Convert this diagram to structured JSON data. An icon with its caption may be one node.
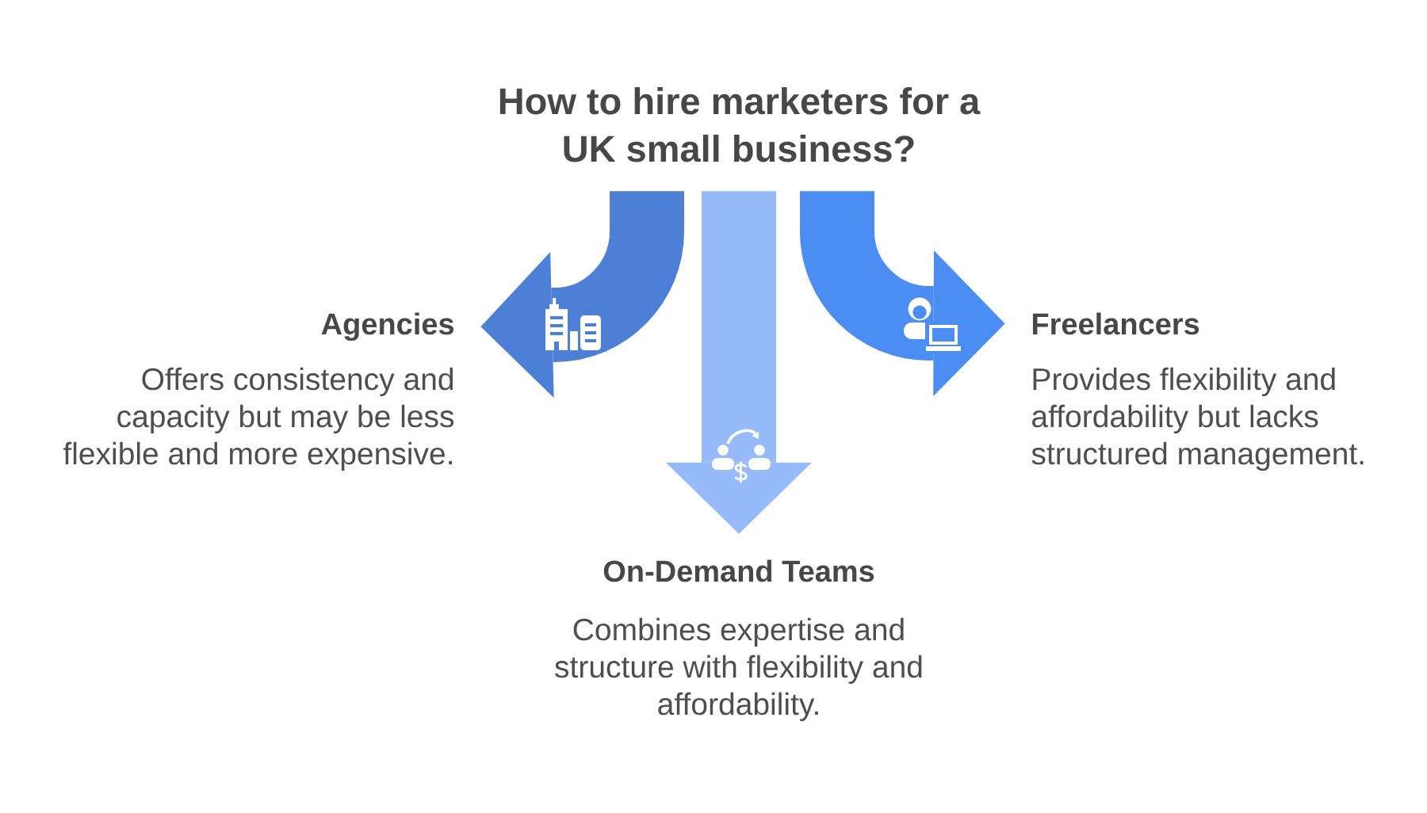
{
  "diagram": {
    "nodes": [
      {
        "text": [
          "How to hire marketers for a UK small business?"
        ]
      },
      {
        "text": [
          "Agencies",
          "Offers consistency and capacity but may be less flexible and more expensive."
        ]
      },
      {
        "text": [
          "Freelancers",
          "Provides flexibility and affordability but lacks structured management."
        ]
      },
      {
        "text": [
          "On-Demand Teams",
          "Combines expertise and structure with flexibility and affordability."
        ]
      }
    ],
    "edges": [
      {
        "from": 0,
        "to": 1,
        "arrow": "to",
        "color": "#4d7fd6"
      },
      {
        "from": 0,
        "to": 2,
        "arrow": "to",
        "color": "#4b8df2"
      },
      {
        "from": 0,
        "to": 3,
        "arrow": "to",
        "color": "#97bbfa"
      }
    ]
  }
}
